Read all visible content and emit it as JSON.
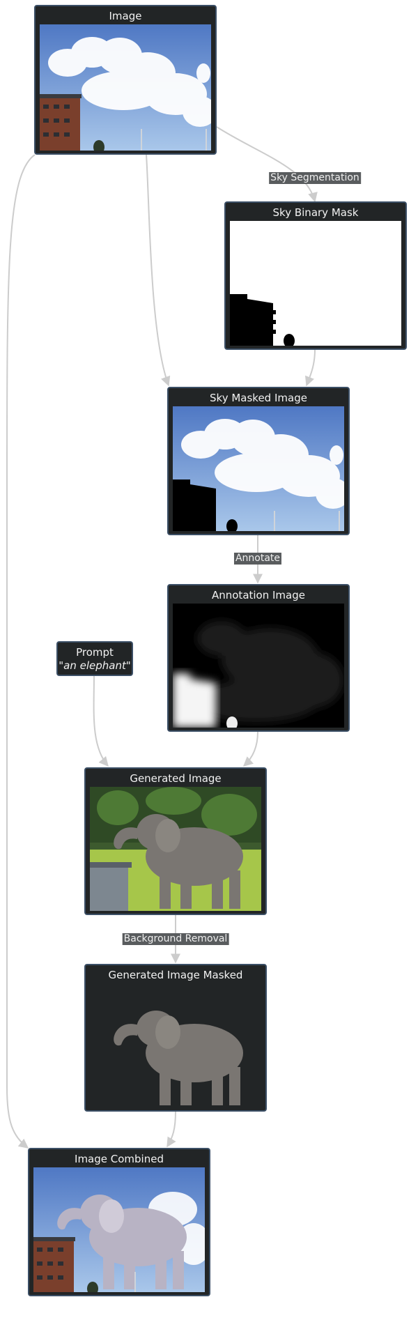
{
  "nodes": {
    "image": {
      "title": "Image"
    },
    "sky_binary_mask": {
      "title": "Sky Binary Mask"
    },
    "sky_masked_image": {
      "title": "Sky Masked Image"
    },
    "annotation_image": {
      "title": "Annotation Image"
    },
    "prompt": {
      "title": "Prompt",
      "value": "\"an elephant\""
    },
    "generated_image": {
      "title": "Generated Image"
    },
    "generated_image_masked": {
      "title": "Generated Image Masked"
    },
    "image_combined": {
      "title": "Image Combined"
    }
  },
  "edge_labels": {
    "sky_segmentation": "Sky Segmentation",
    "annotate": "Annotate",
    "background_removal": "Background Removal"
  },
  "colors": {
    "node_fill": "#222526",
    "node_border": "#3b4f66",
    "edge": "#cccccc",
    "label_bg": "#595c5e"
  }
}
